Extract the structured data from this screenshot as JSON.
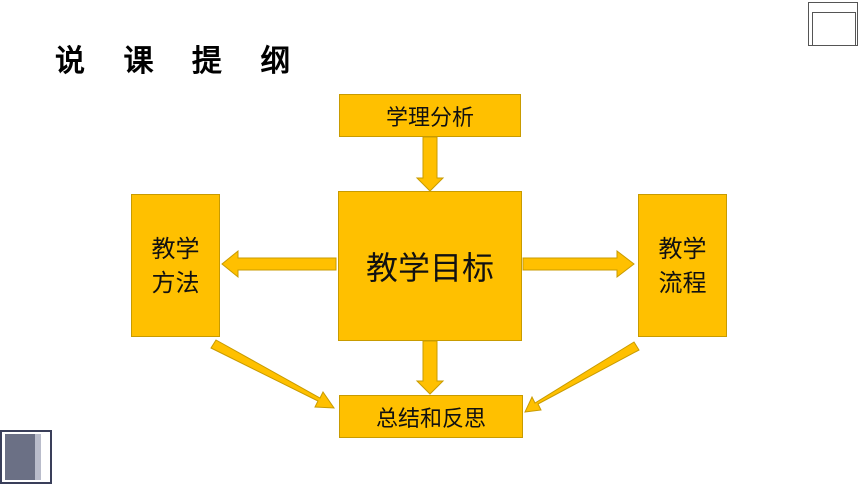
{
  "title": "说 课 提 纲",
  "nodes": {
    "analysis": "学理分析",
    "goal": "教学目标",
    "method": "教学\n方法",
    "flow": "教学\n流程",
    "summary": "总结和反思"
  },
  "colors": {
    "box_fill": "#ffc000",
    "arrow_fill": "#ffc000"
  }
}
